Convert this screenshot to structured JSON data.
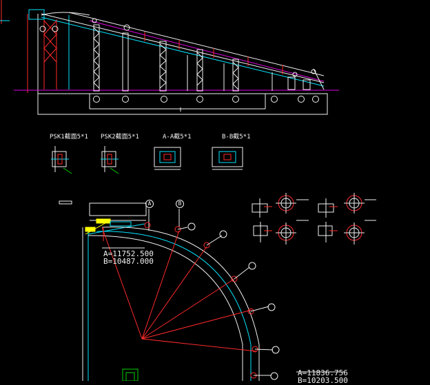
{
  "section_labels": [
    "PSK1截面5*1",
    "PSK2截面5*1",
    "A-A截5*1",
    "B-B截5*1"
  ],
  "axis_bubbles": [
    "A",
    "B"
  ],
  "coord_top": {
    "a": "A=11752.500",
    "b": "B=10487.000"
  },
  "coord_bottom": {
    "a": "A=11836.756",
    "b": "B=10203.500"
  },
  "colors": {
    "background": "#000000",
    "white": "#f2f2f2",
    "cyan": "#00e5ff",
    "red": "#ff2a2a",
    "magenta": "#e000e0",
    "green": "#00d200",
    "yellow": "#ffff00"
  }
}
